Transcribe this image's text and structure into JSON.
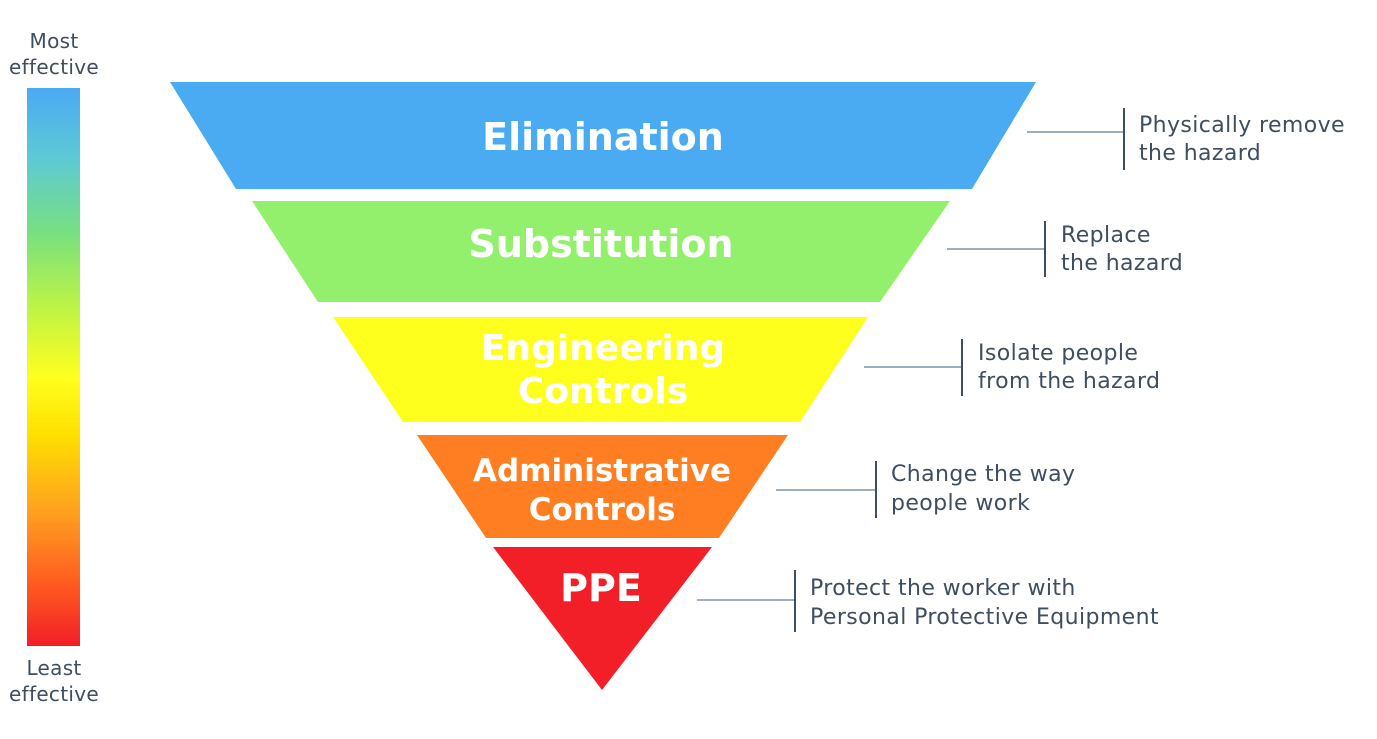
{
  "scale": {
    "top_label_line1": "Most",
    "top_label_line2": "effective",
    "bottom_label_line1": "Least",
    "bottom_label_line2": "effective",
    "gradient_colors": [
      "#4aaaf2",
      "#78e080",
      "#ffff1e",
      "#ffa020",
      "#f21e28"
    ]
  },
  "tiers": [
    {
      "title_line1": "Elimination",
      "title_line2": "",
      "desc_line1": "Physically remove",
      "desc_line2": "the hazard",
      "color": "#4aaaf2"
    },
    {
      "title_line1": "Substitution",
      "title_line2": "",
      "desc_line1": "Replace",
      "desc_line2": "the hazard",
      "color": "#92f06c"
    },
    {
      "title_line1": "Engineering",
      "title_line2": "Controls",
      "desc_line1": "Isolate people",
      "desc_line2": "from the hazard",
      "color": "#ffff1e"
    },
    {
      "title_line1": "Administrative",
      "title_line2": "Controls",
      "desc_line1": "Change the way",
      "desc_line2": "people work",
      "color": "#ff7e22"
    },
    {
      "title_line1": "PPE",
      "title_line2": "",
      "desc_line1": "Protect the worker with",
      "desc_line2": "Personal Protective Equipment",
      "color": "#f21e28"
    }
  ]
}
